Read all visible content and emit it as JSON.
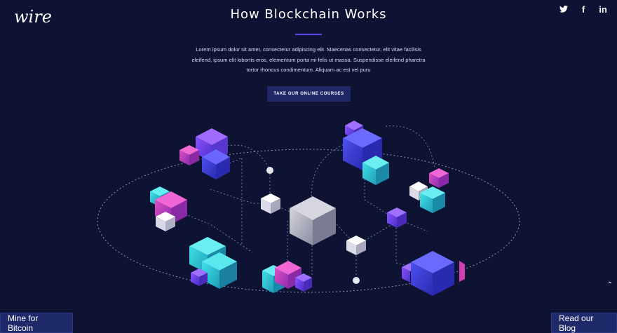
{
  "brand": {
    "logo_text": "wire"
  },
  "header": {
    "title": "How Blockchain Works"
  },
  "intro": {
    "lines": [
      "Lorem ipsum dolor sit amet, consectetur adipiscing elit. Maecenas consectetur, elit vitae facilisis",
      "eleifend, ipsum elit lobortis eros, elementum porta mi felis ut massa. Suspendisse eleifend pharetra",
      "tortor rhoncus condimentum. Aliquam ac est vel puru"
    ]
  },
  "cta": {
    "label": "TAKE OUR ONLINE COURSES"
  },
  "social": {
    "twitter": "twitter-icon",
    "facebook": "f",
    "linkedin": "in"
  },
  "footer": {
    "left_button": "Mine for Bitcoin",
    "right_button": "Read our Blog"
  },
  "colors": {
    "background": "#0e1333",
    "accent": "#5b49ff",
    "cyan": "#35d0d8",
    "magenta": "#d23fb4",
    "violet": "#6a3fd9",
    "blue": "#3a3ed6"
  }
}
